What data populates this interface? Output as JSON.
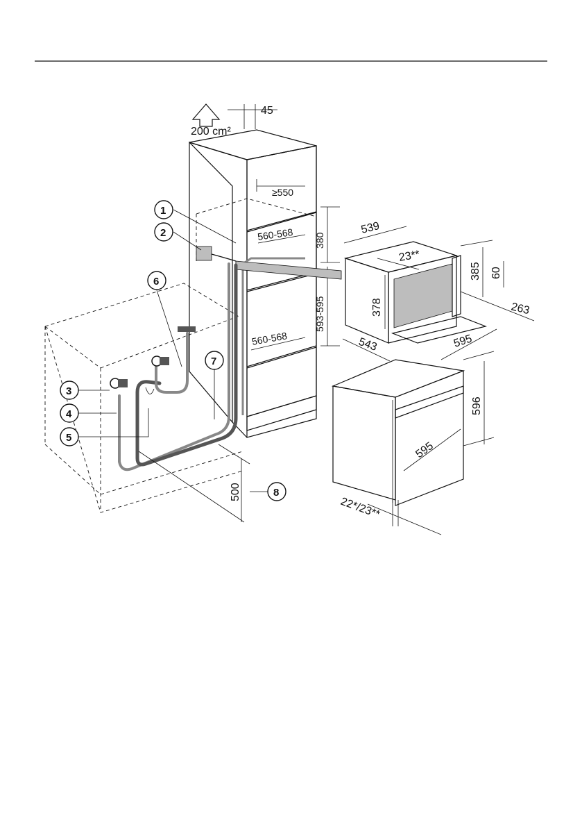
{
  "labels": {
    "vent_area": "200 cm²",
    "gap_top": "45",
    "depth_min": "≥550",
    "niche_width_top": "560-568",
    "niche_height_top": "380",
    "niche_height_lower": "593-595",
    "niche_width_lower": "560-568",
    "drawer_width": "539",
    "drawer_inner_depth": "23**",
    "drawer_height": "385",
    "drawer_inner_height": "378",
    "drawer_offset": "60",
    "drawer_side": "263",
    "drawer_depth": "543",
    "drawer_front_width": "595",
    "oven_height": "596",
    "oven_width": "595",
    "front_thickness": "22*/23**",
    "floor_height": "500"
  },
  "callouts": [
    "1",
    "2",
    "3",
    "4",
    "5",
    "6",
    "7",
    "8"
  ],
  "colors": {
    "line": "#111111",
    "pipe": "#555555",
    "panel_fill": "#bdbdbd"
  }
}
